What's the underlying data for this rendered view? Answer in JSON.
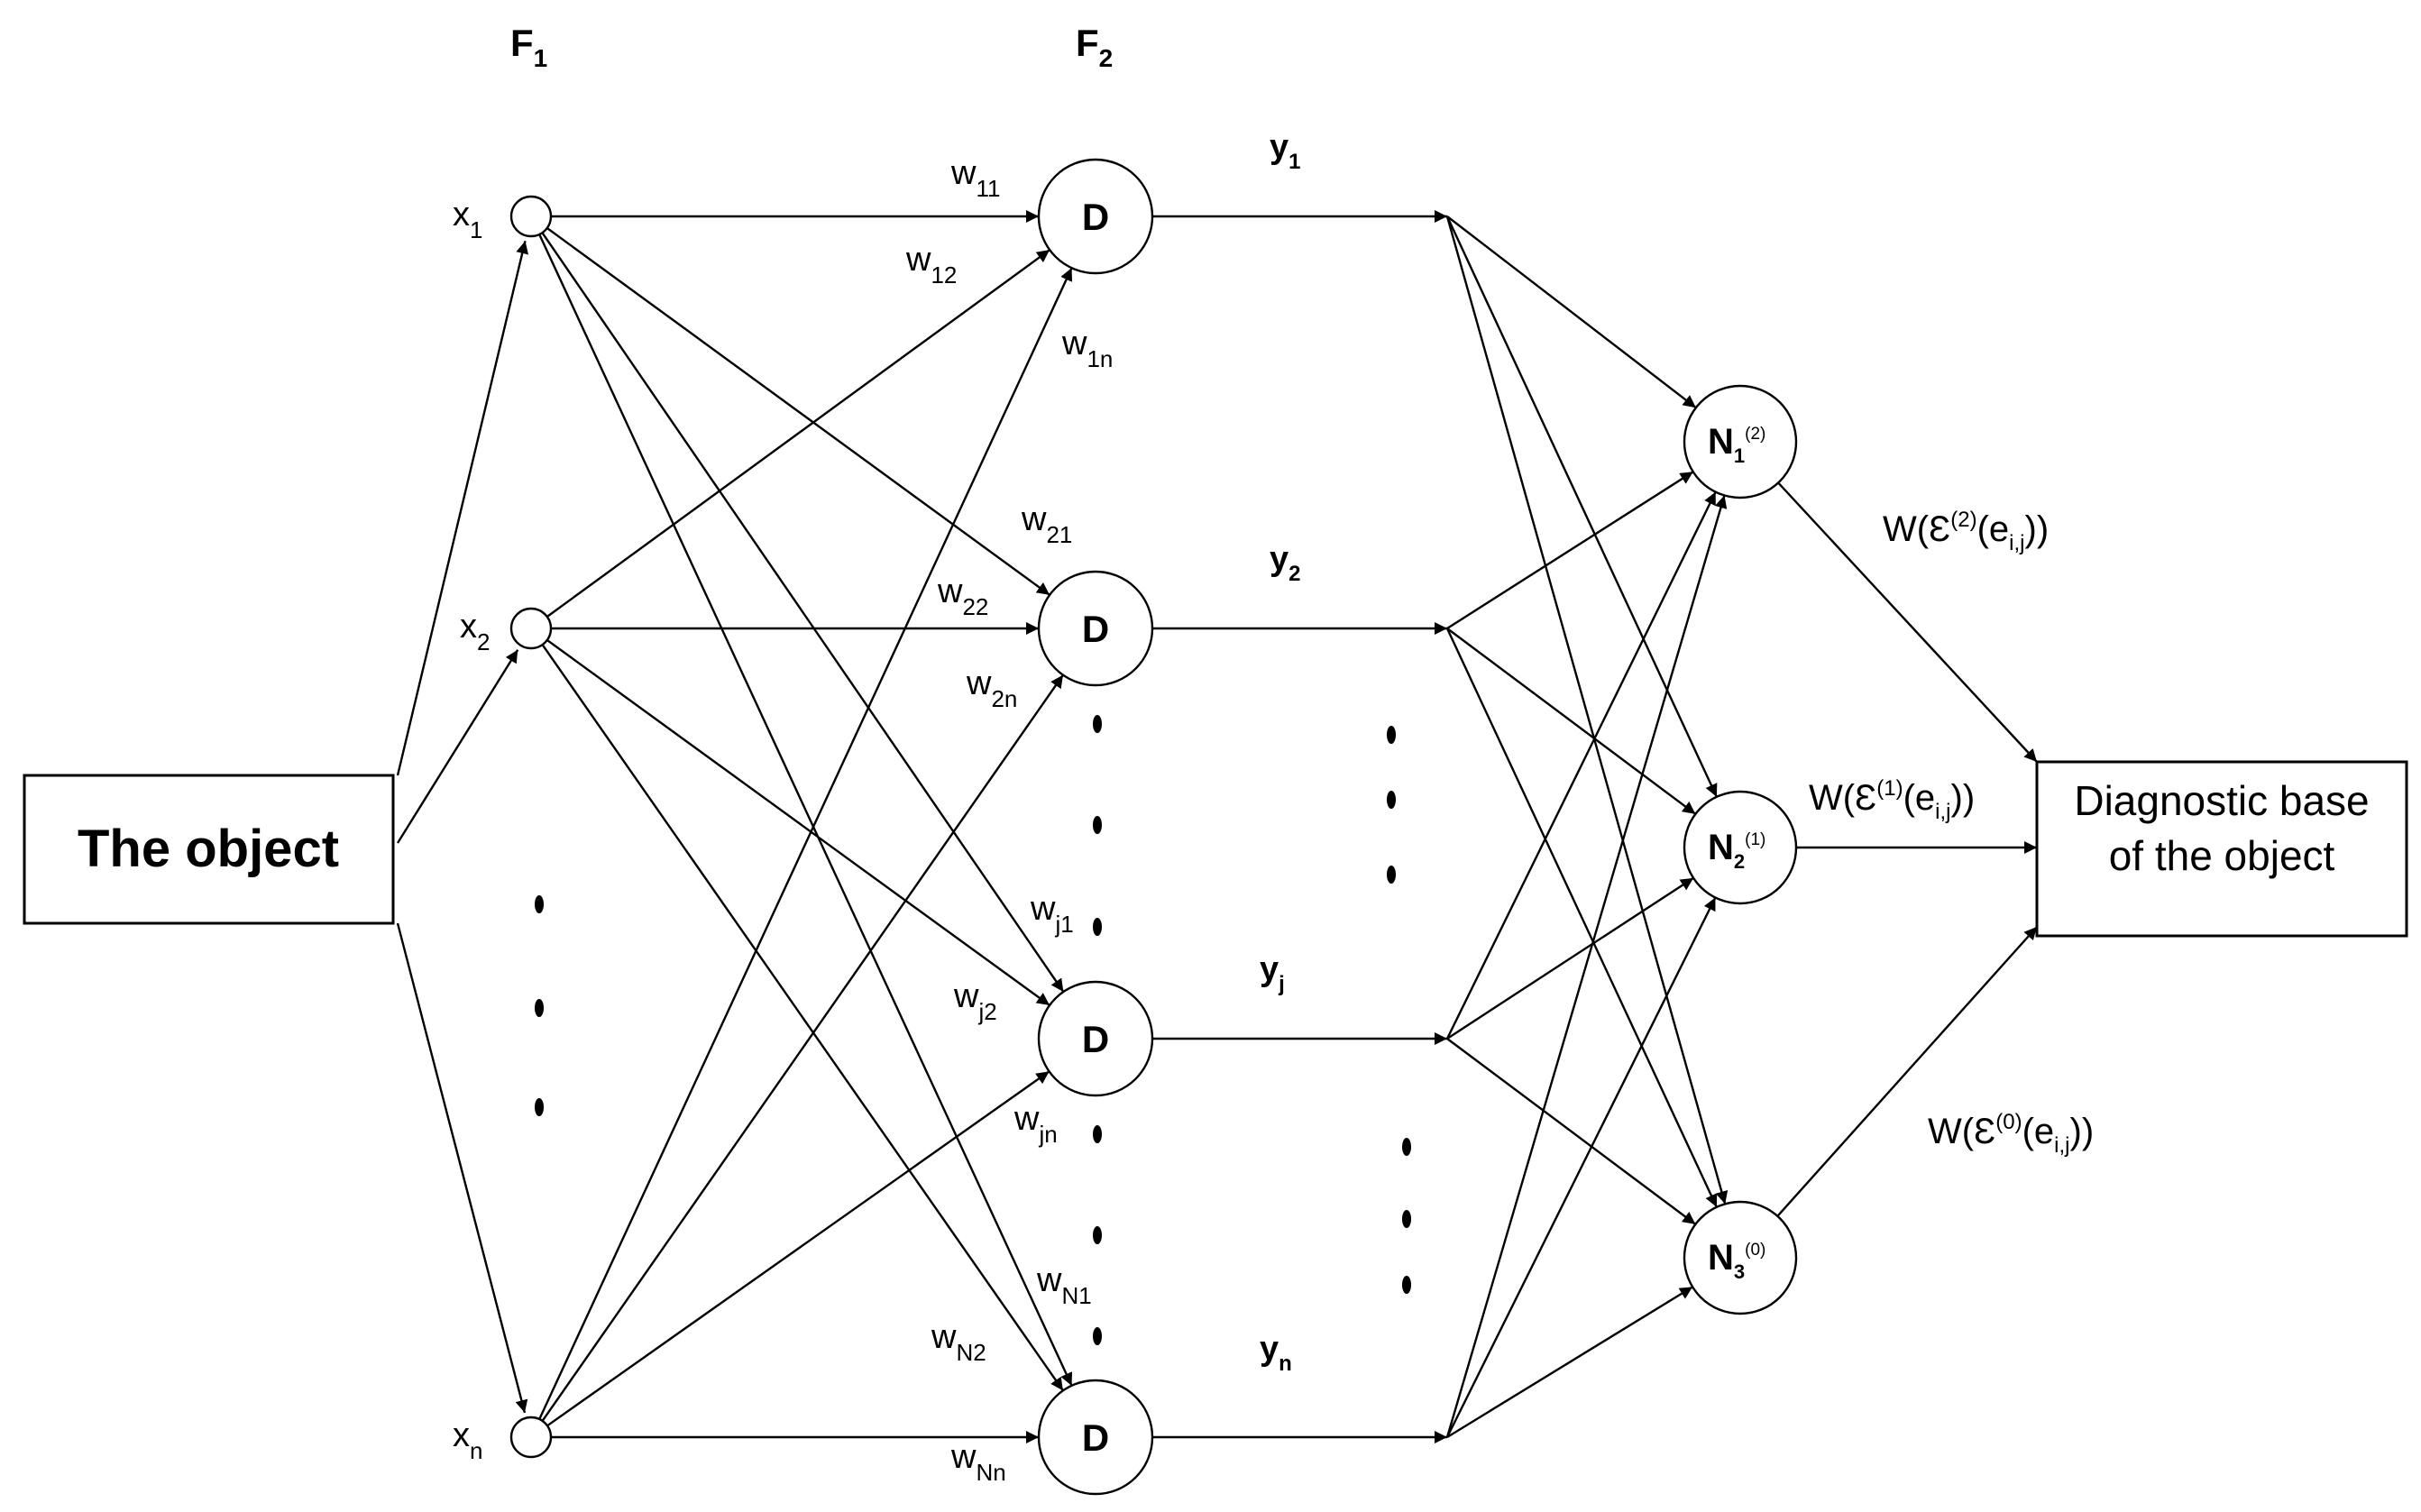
{
  "layers": {
    "f1": {
      "base": "F",
      "sub": "1"
    },
    "f2": {
      "base": "F",
      "sub": "2"
    }
  },
  "object_box": {
    "label": "The object"
  },
  "diagnostic_box": {
    "line1": "Diagnostic base",
    "line2": "of the object"
  },
  "inputs": [
    {
      "base": "x",
      "sub": "1"
    },
    {
      "base": "x",
      "sub": "2"
    },
    {
      "base": "x",
      "sub": "n"
    }
  ],
  "d_nodes": [
    {
      "label": "D"
    },
    {
      "label": "D"
    },
    {
      "label": "D"
    },
    {
      "label": "D"
    }
  ],
  "outputs": [
    {
      "base": "y",
      "sub": "1"
    },
    {
      "base": "y",
      "sub": "2"
    },
    {
      "base": "y",
      "sub": "j"
    },
    {
      "base": "y",
      "sub": "n"
    }
  ],
  "weights": [
    {
      "base": "w",
      "sub": "11"
    },
    {
      "base": "w",
      "sub": "12"
    },
    {
      "base": "w",
      "sub": "1n"
    },
    {
      "base": "w",
      "sub": "21"
    },
    {
      "base": "w",
      "sub": "22"
    },
    {
      "base": "w",
      "sub": "2n"
    },
    {
      "base": "w",
      "sub": "j1"
    },
    {
      "base": "w",
      "sub": "j2"
    },
    {
      "base": "w",
      "sub": "jn"
    },
    {
      "base": "w",
      "sub": "N1"
    },
    {
      "base": "w",
      "sub": "N2"
    },
    {
      "base": "w",
      "sub": "Nn"
    }
  ],
  "n_nodes": [
    {
      "base": "N",
      "sub": "1",
      "sup": "(2)"
    },
    {
      "base": "N",
      "sub": "2",
      "sup": "(1)"
    },
    {
      "base": "N",
      "sub": "3",
      "sup": "(0)"
    }
  ],
  "w_labels": [
    {
      "pre": "W(",
      "eps": "Ɛ",
      "sup": "(2)",
      "mid": "(e",
      "sub": "i,j",
      "post": "))"
    },
    {
      "pre": "W(",
      "eps": "Ɛ",
      "sup": "(1)",
      "mid": "(e",
      "sub": "i,j",
      "post": "))"
    },
    {
      "pre": "W(",
      "eps": "Ɛ",
      "sup": "(0)",
      "mid": "(e",
      "sub": "i,j",
      "post": "))"
    }
  ]
}
